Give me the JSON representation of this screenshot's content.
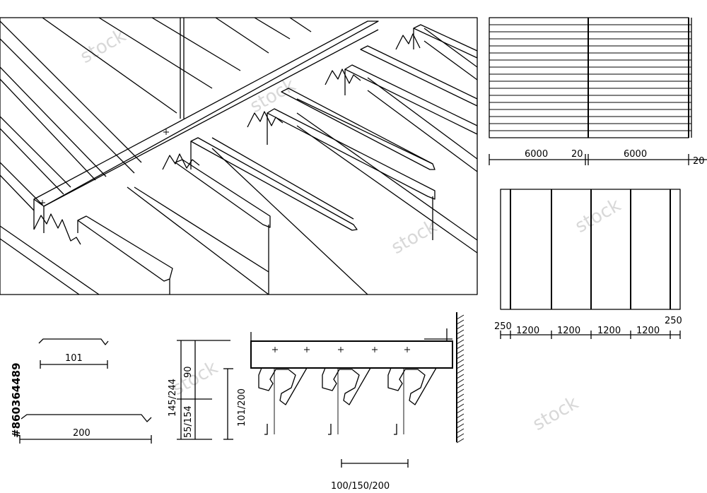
{
  "watermark": {
    "id_text": "#860364489",
    "tile_text": "stock"
  },
  "plan_top": {
    "dimensions": [
      "6000",
      "20",
      "6000",
      "20"
    ]
  },
  "plan_bottom": {
    "dimensions": [
      "250",
      "1200",
      "1200",
      "1200",
      "1200",
      "250"
    ]
  },
  "profile_small": {
    "dimension": "101"
  },
  "profile_large": {
    "dimension": "200"
  },
  "section": {
    "dims_vertical": [
      "145/244",
      "90",
      "55/154",
      "101/200"
    ],
    "dim_bottom": "100/150/200"
  },
  "colors": {
    "line": "#000000",
    "background": "#ffffff",
    "watermark": "#d8d8d8"
  }
}
